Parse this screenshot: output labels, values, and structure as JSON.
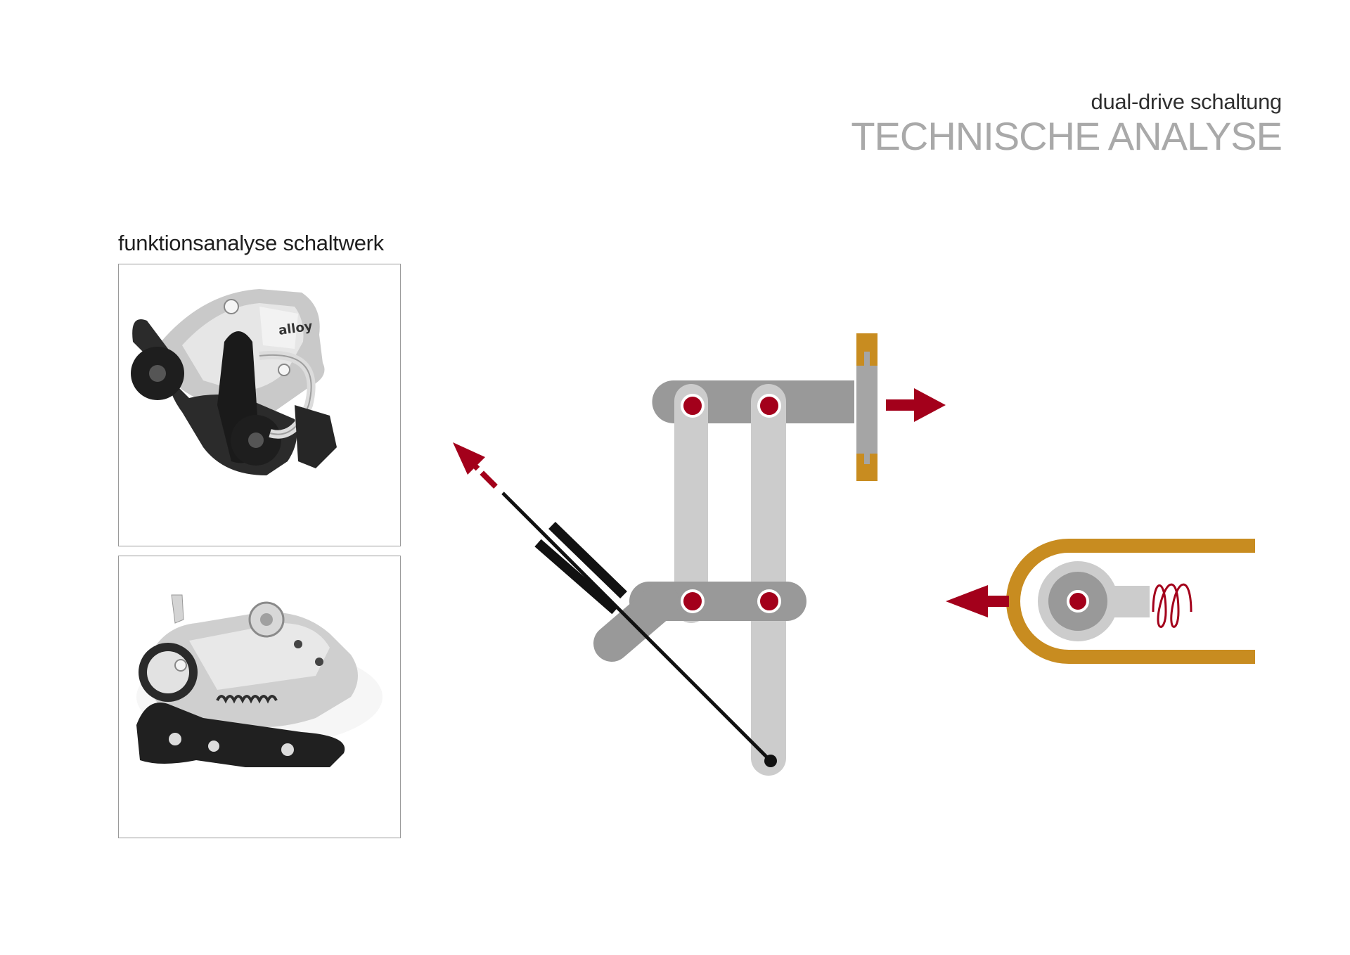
{
  "header": {
    "subtitle": "dual-drive schaltung",
    "title": "TECHNISCHE ANALYSE"
  },
  "section": {
    "label": "funktionsanalyse schaltwerk"
  },
  "photos": [
    {
      "name": "rear-derailleur-photo-1",
      "logo_text": "alloy"
    },
    {
      "name": "rear-derailleur-photo-2"
    }
  ],
  "colors": {
    "link_dark": "#999999",
    "link_light": "#cccccc",
    "pivot": "#a3001b",
    "arrow": "#a3001b",
    "guide": "#c88c20",
    "cable": "#111111",
    "title_gray": "#a9a9a9"
  }
}
